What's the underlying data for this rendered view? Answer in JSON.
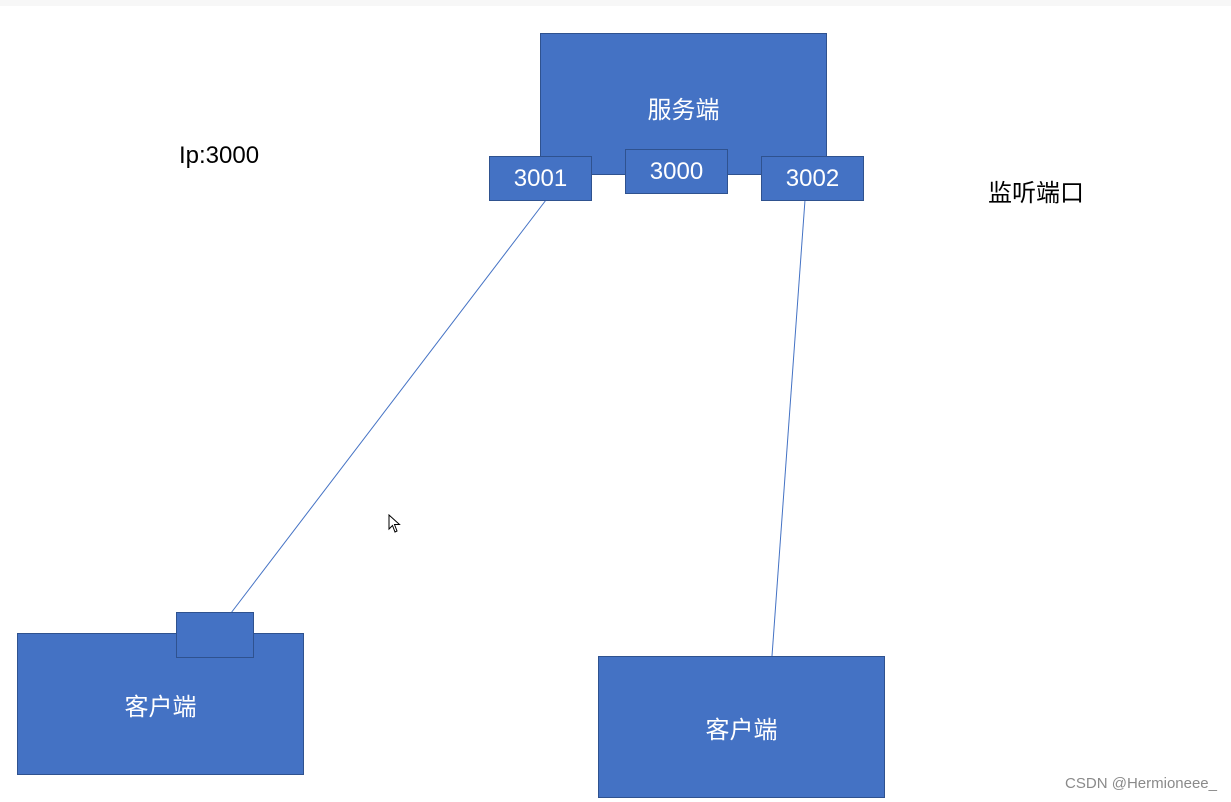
{
  "server": {
    "label": "服务端"
  },
  "ports": [
    {
      "id": "port-3001",
      "label": "3001"
    },
    {
      "id": "port-3000",
      "label": "3000"
    },
    {
      "id": "port-3002",
      "label": "3002"
    }
  ],
  "clients": [
    {
      "id": "client-left",
      "label": "客户端"
    },
    {
      "id": "client-right",
      "label": "客户端"
    }
  ],
  "annotations": {
    "ip": "Ip:3000",
    "listen_port": "监听端口"
  },
  "watermark": "CSDN @Hermioneee_",
  "colors": {
    "box_fill": "#4472c4",
    "box_border": "#2f528f",
    "line": "#4472c4"
  }
}
